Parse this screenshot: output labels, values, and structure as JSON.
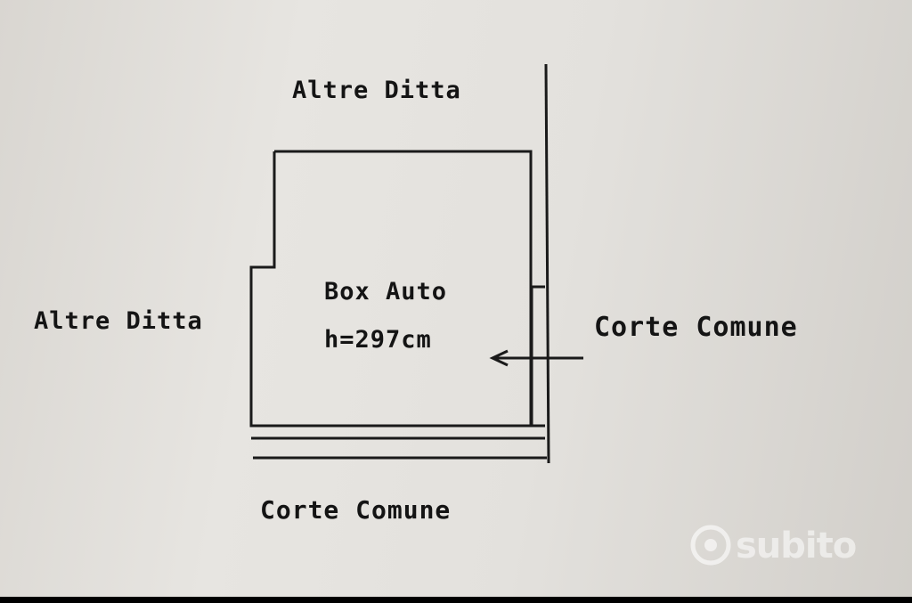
{
  "labels": {
    "top": "Altre Ditta",
    "left": "Altre Ditta",
    "room_name": "Box Auto",
    "room_height": "h=297cm",
    "right": "Corte Comune",
    "bottom": "Corte Comune"
  },
  "watermark": "subito",
  "colors": {
    "ink": "#141414",
    "paper": "#e4e2de",
    "border": "#000000"
  }
}
